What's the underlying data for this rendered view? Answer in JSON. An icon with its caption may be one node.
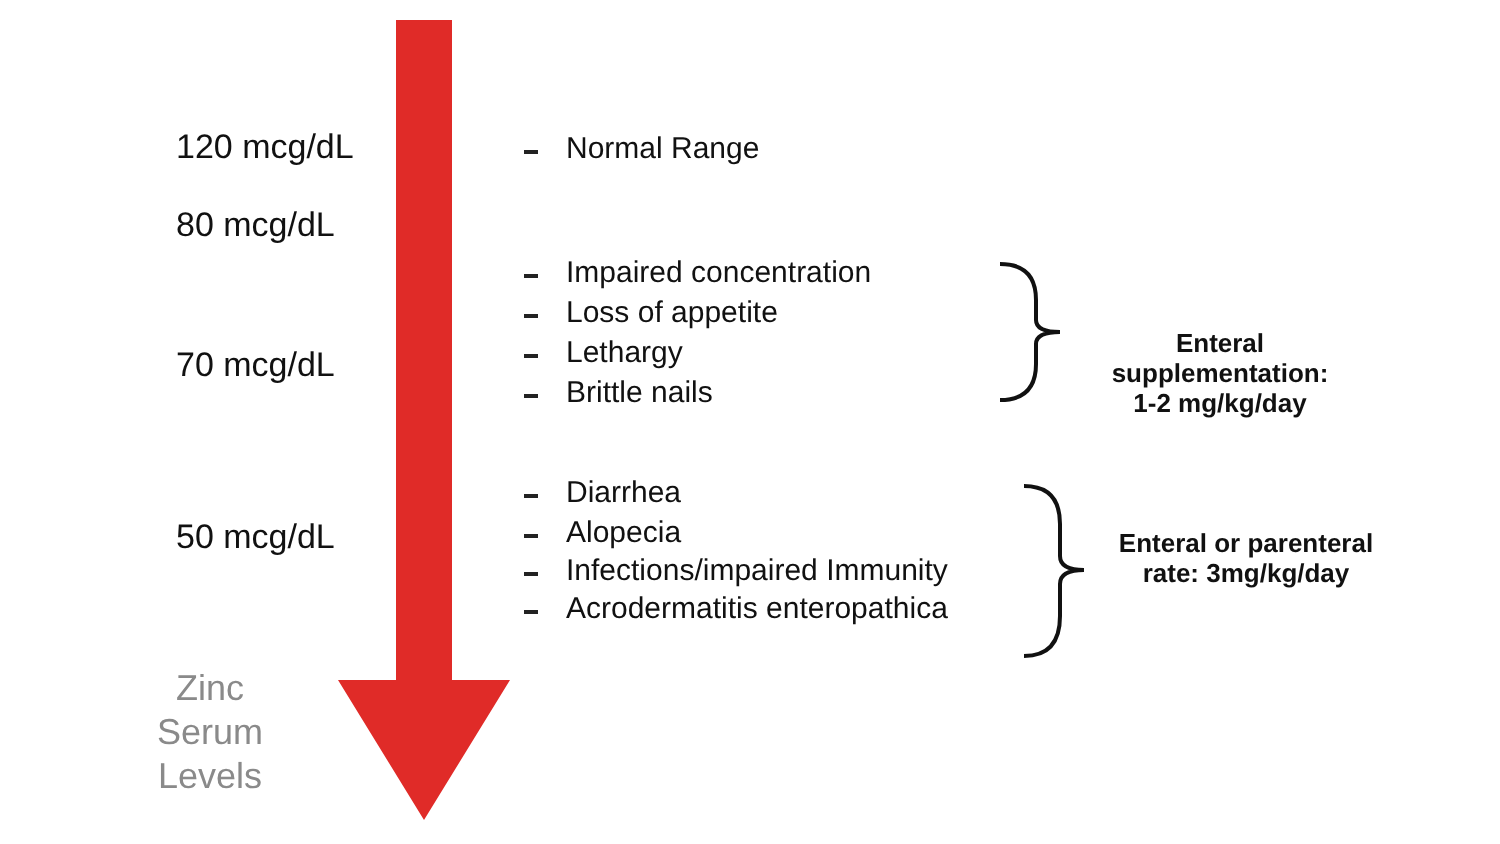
{
  "diagram": {
    "labels": [
      "120 mcg/dL",
      "Normal Range",
      "80 mcg/dL",
      "Impaired concentration",
      "Loss of appetite",
      "70 mcg/dL",
      "Lethargy",
      "Brittle nails",
      "Enteral supplementation: 1-2 mg/kg/day",
      "Diarrhea",
      "50 mcg/dL",
      "Alopecia",
      "Enteral or parenteral rate: 3mg/kg/day",
      "Infections/impaired Immunity",
      "Acrodermatitis enteropathica",
      "Zinc Serum Levels"
    ]
  }
}
